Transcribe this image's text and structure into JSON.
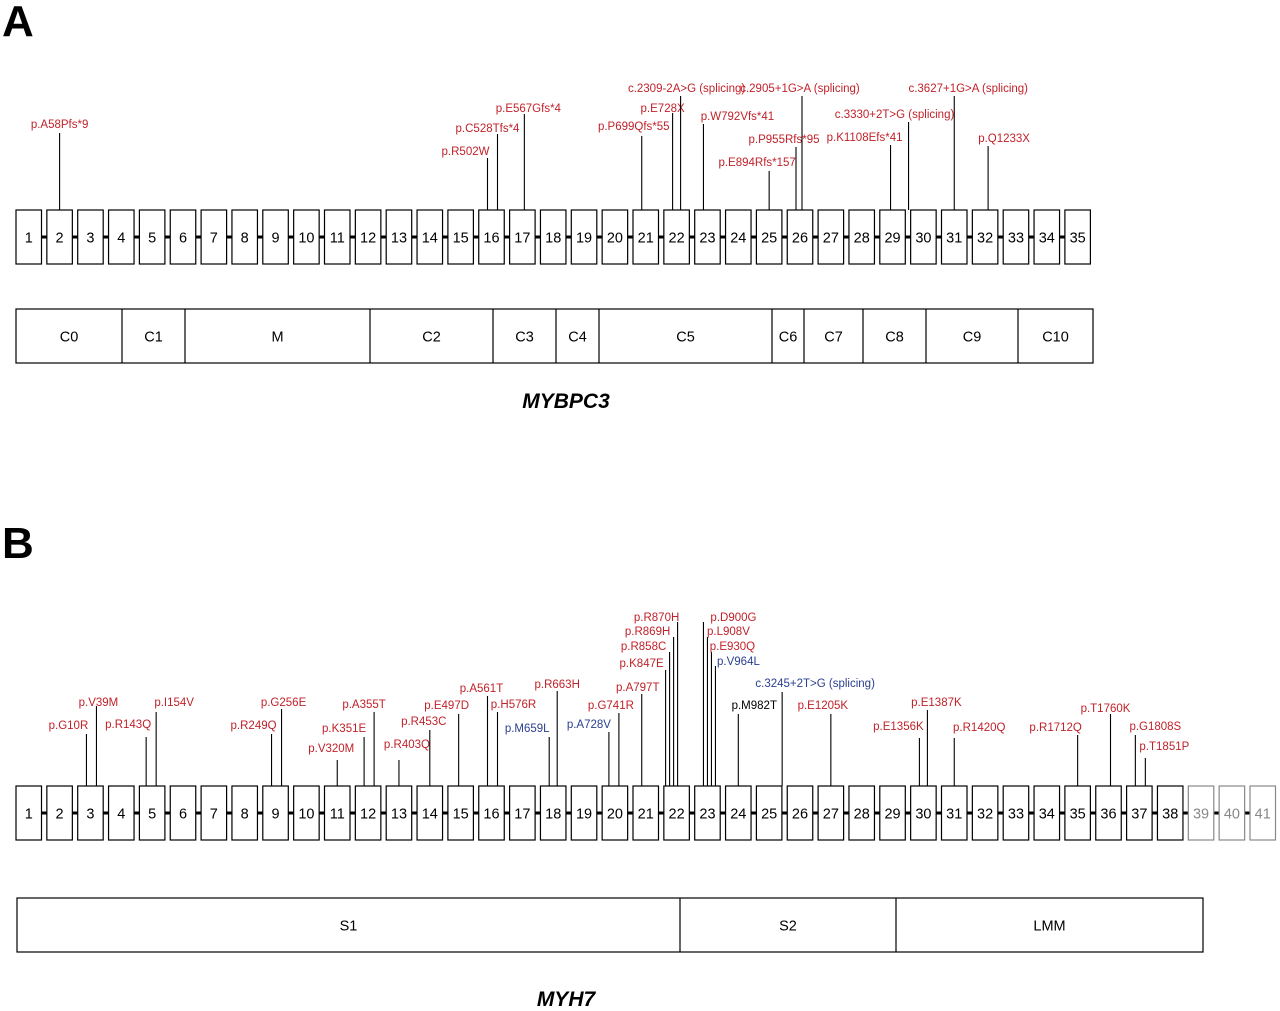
{
  "colors": {
    "red": "#c0222a",
    "blue": "#2a3f8f",
    "black": "#000000",
    "grey": "#888888"
  },
  "panel_a": {
    "letter": "A",
    "gene": "MYBPC3",
    "exons": [
      "1",
      "2",
      "3",
      "4",
      "5",
      "6",
      "7",
      "8",
      "9",
      "10",
      "11",
      "12",
      "13",
      "14",
      "15",
      "16",
      "17",
      "18",
      "19",
      "20",
      "21",
      "22",
      "23",
      "24",
      "25",
      "26",
      "27",
      "28",
      "29",
      "30",
      "31",
      "32",
      "33",
      "34",
      "35"
    ],
    "domains": [
      "C0",
      "C1",
      "M",
      "C2",
      "C3",
      "C4",
      "C5",
      "C6",
      "C7",
      "C8",
      "C9",
      "C10"
    ],
    "mutations": [
      {
        "label": "p.A58Pfs*9",
        "exon": 2,
        "color": "red"
      },
      {
        "label": "p.R502W",
        "exon": 16,
        "color": "red"
      },
      {
        "label": "p.C528Tfs*4",
        "exon": 16,
        "color": "red"
      },
      {
        "label": "p.E567Gfs*4",
        "exon": 17,
        "color": "red"
      },
      {
        "label": "p.P699Qfs*55",
        "exon": 21,
        "color": "red"
      },
      {
        "label": "p.E728X",
        "exon": 22,
        "color": "red"
      },
      {
        "label": "c.2309-2A>G (splicing)",
        "exon": 22,
        "color": "red"
      },
      {
        "label": "p.W792Vfs*41",
        "exon": 23,
        "color": "red"
      },
      {
        "label": "p.E894Rfs*157",
        "exon": 25,
        "color": "red"
      },
      {
        "label": "p.P955Rfs*95",
        "exon": 26,
        "color": "red"
      },
      {
        "label": "c.2905+1G>A (splicing)",
        "exon": 26,
        "color": "red"
      },
      {
        "label": "p.K1108Efs*41",
        "exon": 29,
        "color": "red"
      },
      {
        "label": "c.3330+2T>G (splicing)",
        "exon": 29,
        "color": "red"
      },
      {
        "label": "c.3627+1G>A (splicing)",
        "exon": 31,
        "color": "red"
      },
      {
        "label": "p.Q1233X",
        "exon": 32,
        "color": "red"
      }
    ]
  },
  "panel_b": {
    "letter": "B",
    "gene": "MYH7",
    "exons": [
      "1",
      "2",
      "3",
      "4",
      "5",
      "6",
      "7",
      "8",
      "9",
      "10",
      "11",
      "12",
      "13",
      "14",
      "15",
      "16",
      "17",
      "18",
      "19",
      "20",
      "21",
      "22",
      "23",
      "24",
      "25",
      "26",
      "27",
      "28",
      "29",
      "30",
      "31",
      "32",
      "33",
      "34",
      "35",
      "36",
      "37",
      "38",
      "39",
      "40",
      "41"
    ],
    "domains": [
      "S1",
      "S2",
      "LMM"
    ],
    "mutations": [
      {
        "label": "p.G10R",
        "exon": 3,
        "color": "red"
      },
      {
        "label": "p.V39M",
        "exon": 3,
        "color": "red"
      },
      {
        "label": "p.R143Q",
        "exon": 5,
        "color": "red"
      },
      {
        "label": "p.I154V",
        "exon": 5,
        "color": "red"
      },
      {
        "label": "p.R249Q",
        "exon": 9,
        "color": "red"
      },
      {
        "label": "p.G256E",
        "exon": 9,
        "color": "red"
      },
      {
        "label": "p.V320M",
        "exon": 11,
        "color": "red"
      },
      {
        "label": "p.K351E",
        "exon": 12,
        "color": "red"
      },
      {
        "label": "p.A355T",
        "exon": 12,
        "color": "red"
      },
      {
        "label": "p.R403Q",
        "exon": 13,
        "color": "red"
      },
      {
        "label": "p.R453C",
        "exon": 14,
        "color": "red"
      },
      {
        "label": "p.E497D",
        "exon": 15,
        "color": "red"
      },
      {
        "label": "p.A561T",
        "exon": 16,
        "color": "red"
      },
      {
        "label": "p.H576R",
        "exon": 16,
        "color": "red"
      },
      {
        "label": "p.M659L",
        "exon": 18,
        "color": "blue"
      },
      {
        "label": "p.R663H",
        "exon": 18,
        "color": "red"
      },
      {
        "label": "p.A728V",
        "exon": 20,
        "color": "blue"
      },
      {
        "label": "p.G741R",
        "exon": 20,
        "color": "red"
      },
      {
        "label": "p.A797T",
        "exon": 21,
        "color": "red"
      },
      {
        "label": "p.K847E",
        "exon": 22,
        "color": "red"
      },
      {
        "label": "p.R858C",
        "exon": 22,
        "color": "red"
      },
      {
        "label": "p.R869H",
        "exon": 22,
        "color": "red"
      },
      {
        "label": "p.R870H",
        "exon": 22,
        "color": "red"
      },
      {
        "label": "p.D900G",
        "exon": 23,
        "color": "red"
      },
      {
        "label": "p.L908V",
        "exon": 23,
        "color": "red"
      },
      {
        "label": "p.E930Q",
        "exon": 23,
        "color": "red"
      },
      {
        "label": "p.V964L",
        "exon": 23,
        "color": "blue"
      },
      {
        "label": "p.M982T",
        "exon": 24,
        "color": "black"
      },
      {
        "label": "c.3245+2T>G (splicing)",
        "exon": 25,
        "color": "blue"
      },
      {
        "label": "p.E1205K",
        "exon": 27,
        "color": "red"
      },
      {
        "label": "p.E1356K",
        "exon": 30,
        "color": "red"
      },
      {
        "label": "p.E1387K",
        "exon": 30,
        "color": "red"
      },
      {
        "label": "p.R1420Q",
        "exon": 31,
        "color": "red"
      },
      {
        "label": "p.R1712Q",
        "exon": 35,
        "color": "red"
      },
      {
        "label": "p.T1760K",
        "exon": 36,
        "color": "red"
      },
      {
        "label": "p.G1808S",
        "exon": 37,
        "color": "red"
      },
      {
        "label": "p.T1851P",
        "exon": 37,
        "color": "red"
      }
    ]
  }
}
